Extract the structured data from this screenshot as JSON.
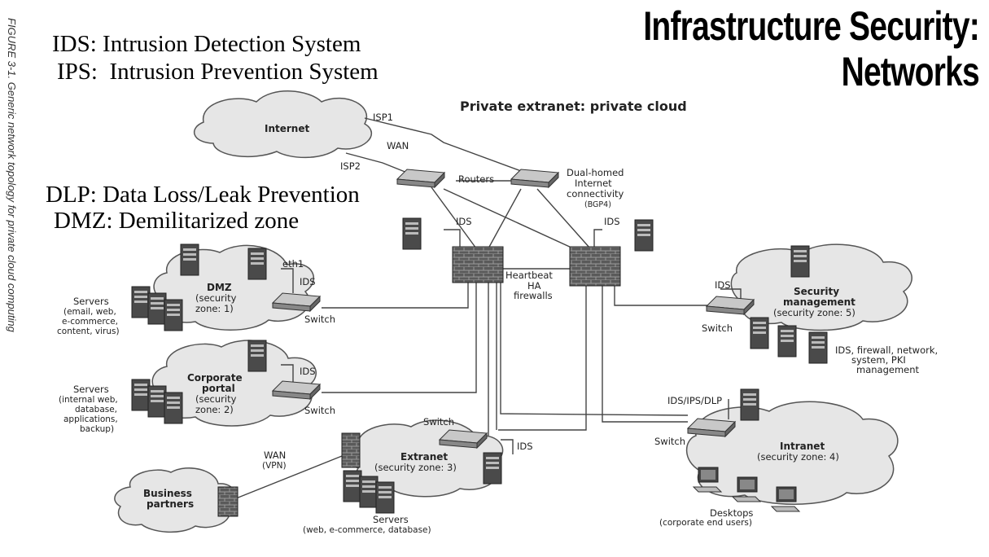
{
  "slide_title": {
    "line1": "Infrastructure Security:",
    "line2": "Networks"
  },
  "glossary": [
    "IDS: Intrusion Detection System",
    "IPS:  Intrusion Prevention System",
    "DLP: Data Loss/Leak Prevention",
    "DMZ: Demilitarized zone"
  ],
  "figure_caption": "FIGURE 3-1. Generic network topology for private cloud computing",
  "diagram": {
    "heading": "Private extranet: private cloud",
    "internet": "Internet",
    "isp1": "ISP1",
    "wan": "WAN",
    "isp2": "ISP2",
    "routers": "Routers",
    "dual_homed": [
      "Dual-homed",
      "Internet",
      "connectivity"
    ],
    "bgp": "(BGP4)",
    "ids": "IDS",
    "heartbeat": "Heartbeat",
    "ha_firewalls": [
      "HA",
      "firewalls"
    ],
    "eth1": "eth1",
    "switch": "Switch",
    "dmz_zone": [
      "DMZ",
      "(security",
      "zone: 1)"
    ],
    "dmz_servers": [
      "Servers",
      "(email, web,",
      "e-commerce,",
      "content, virus)"
    ],
    "portal_zone": [
      "Corporate",
      "portal",
      "(security",
      "zone: 2)"
    ],
    "portal_servers": [
      "Servers",
      "(internal web,",
      "database,",
      "applications,",
      "backup)"
    ],
    "secmgmt_zone": [
      "Security",
      "management",
      "(security zone: 5)"
    ],
    "secmgmt_servers": [
      "IDS, firewall, network,",
      "system, PKI",
      "management"
    ],
    "ids_ips_dlp": "IDS/IPS/DLP",
    "intranet_zone": [
      "Intranet",
      "(security zone: 4)"
    ],
    "desktops": [
      "Desktops",
      "(corporate end users)"
    ],
    "extranet_zone": [
      "Extranet",
      "(security zone: 3)"
    ],
    "extranet_servers": [
      "Servers",
      "(web, e-commerce, database)"
    ],
    "wan_vpn": [
      "WAN",
      "(VPN)"
    ],
    "business_partners": [
      "Business",
      "partners"
    ]
  }
}
